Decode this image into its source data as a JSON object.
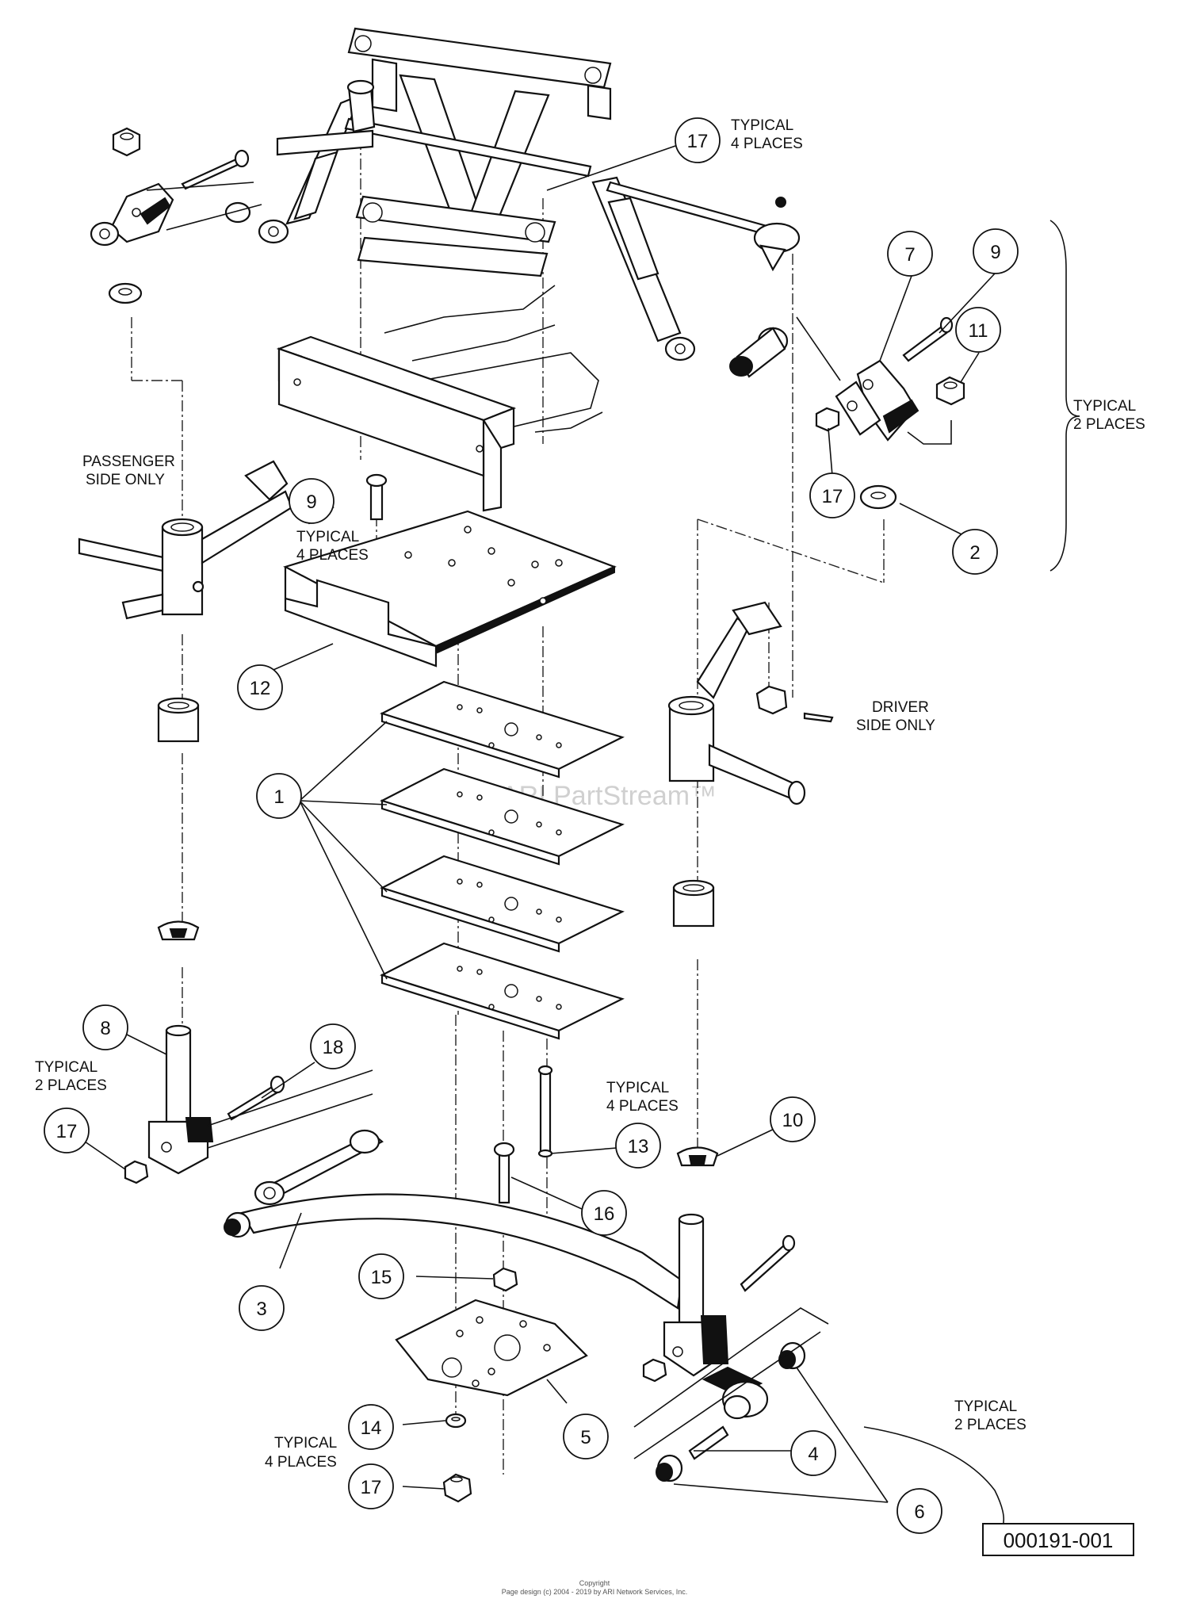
{
  "labels": {
    "typical_4_places_top": [
      "TYPICAL",
      "4 PLACES"
    ],
    "typical_2_places_right": [
      "TYPICAL",
      "2 PLACES"
    ],
    "passenger_side_only": [
      "PASSENGER",
      "SIDE ONLY"
    ],
    "typical_4_places_plate": [
      "TYPICAL",
      "4 PLACES"
    ],
    "driver_side_only": [
      "DRIVER",
      "SIDE ONLY"
    ],
    "typical_2_places_left": [
      "TYPICAL",
      "2 PLACES"
    ],
    "typical_4_places_bolt": [
      "TYPICAL",
      "4 PLACES"
    ],
    "typical_4_places_bottom": [
      "TYPICAL",
      "4 PLACES"
    ],
    "typical_2_places_bottom_right": [
      "TYPICAL",
      "2 PLACES"
    ]
  },
  "callouts": {
    "c17_top": "17",
    "c7": "7",
    "c9_right": "9",
    "c11": "11",
    "c17_right": "17",
    "c2": "2",
    "c9_left": "9",
    "c12": "12",
    "c1": "1",
    "c8": "8",
    "c18": "18",
    "c17_left": "17",
    "c13": "13",
    "c10": "10",
    "c16": "16",
    "c3": "3",
    "c15": "15",
    "c14": "14",
    "c5": "5",
    "c4": "4",
    "c17_bottom": "17",
    "c6": "6"
  },
  "watermark": "ARI PartStream™",
  "reference_number": "000191-001",
  "footer": {
    "line1": "Copyright",
    "line2": "Page design (c) 2004 - 2019 by ARI Network Services, Inc."
  }
}
